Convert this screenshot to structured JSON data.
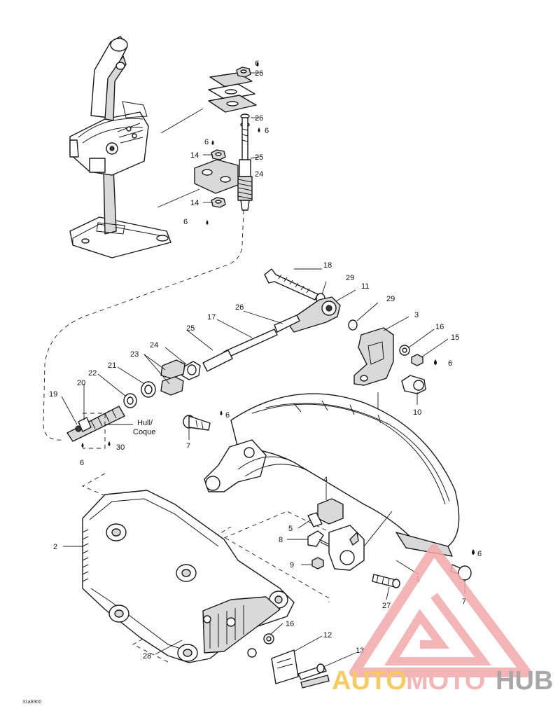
{
  "callouts": [
    {
      "id": "c6a",
      "text": "6"
    },
    {
      "id": "c26a",
      "text": "26"
    },
    {
      "id": "c26b",
      "text": "26"
    },
    {
      "id": "c6b",
      "text": "6"
    },
    {
      "id": "c6c",
      "text": "6"
    },
    {
      "id": "c14a",
      "text": "14"
    },
    {
      "id": "c25a",
      "text": "25"
    },
    {
      "id": "c24a",
      "text": "24"
    },
    {
      "id": "c14b",
      "text": "14"
    },
    {
      "id": "c6d",
      "text": "6"
    },
    {
      "id": "c18",
      "text": "18"
    },
    {
      "id": "c29a",
      "text": "29"
    },
    {
      "id": "c11",
      "text": "11"
    },
    {
      "id": "c26c",
      "text": "26"
    },
    {
      "id": "c29b",
      "text": "29"
    },
    {
      "id": "c17",
      "text": "17"
    },
    {
      "id": "c3",
      "text": "3"
    },
    {
      "id": "c25b",
      "text": "25"
    },
    {
      "id": "c16a",
      "text": "16"
    },
    {
      "id": "c15",
      "text": "15"
    },
    {
      "id": "c24b",
      "text": "24"
    },
    {
      "id": "c6e",
      "text": "6"
    },
    {
      "id": "c23",
      "text": "23"
    },
    {
      "id": "c21",
      "text": "21"
    },
    {
      "id": "c22",
      "text": "22"
    },
    {
      "id": "c20",
      "text": "20"
    },
    {
      "id": "c19",
      "text": "19"
    },
    {
      "id": "c10",
      "text": "10"
    },
    {
      "id": "c6f",
      "text": "6"
    },
    {
      "id": "c7a",
      "text": "7"
    },
    {
      "id": "c30",
      "text": "30"
    },
    {
      "id": "c6g",
      "text": "6"
    },
    {
      "id": "c4",
      "text": "4"
    },
    {
      "id": "c2",
      "text": "2"
    },
    {
      "id": "c5",
      "text": "5"
    },
    {
      "id": "c8",
      "text": "8"
    },
    {
      "id": "c9",
      "text": "9"
    },
    {
      "id": "c6h",
      "text": "6"
    },
    {
      "id": "c1",
      "text": "1"
    },
    {
      "id": "c7b",
      "text": "7"
    },
    {
      "id": "c27",
      "text": "27"
    },
    {
      "id": "c16b",
      "text": "16"
    },
    {
      "id": "c12",
      "text": "12"
    },
    {
      "id": "c28",
      "text": "28"
    },
    {
      "id": "c13",
      "text": "13"
    }
  ],
  "hull_label_line1": "Hull/",
  "hull_label_line2": "Coque",
  "figure_ref": "31a8900",
  "watermark": {
    "text_part1": "AUTO",
    "text_part2": "MOTO",
    "text_part3": "HUB",
    "color_accent": "#f2a9a9",
    "color_yellow": "#f6c244",
    "color_grey": "#9a9a9a"
  },
  "icons": {
    "lubricant_drop": "drop-icon"
  }
}
